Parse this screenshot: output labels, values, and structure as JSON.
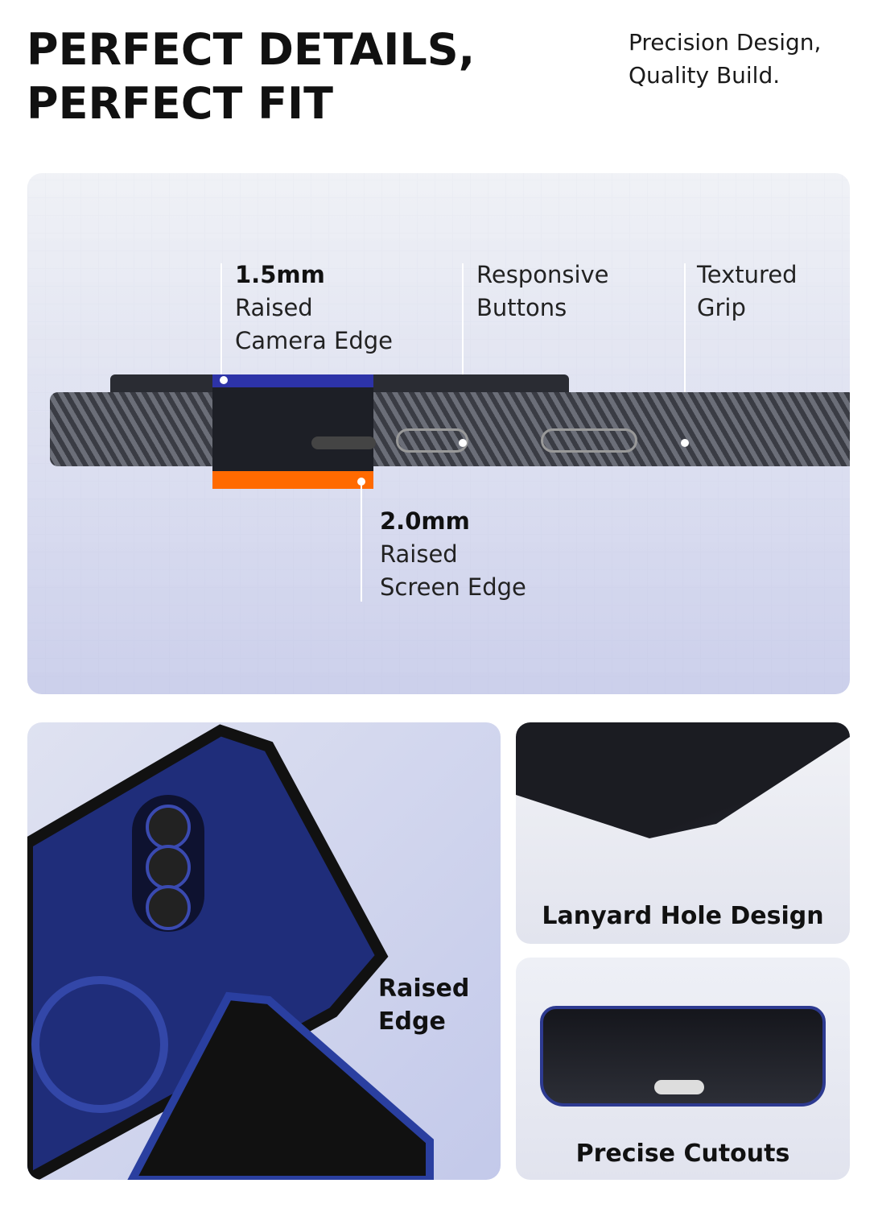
{
  "header": {
    "title_line1": "PERFECT DETAILS,",
    "title_line2": "PERFECT FIT",
    "subtitle_line1": "Precision Design,",
    "subtitle_line2": "Quality Build."
  },
  "callouts": {
    "camera": {
      "value": "1.5mm",
      "line1": "Raised",
      "line2": "Camera Edge"
    },
    "buttons": {
      "line1": "Responsive",
      "line2": "Buttons"
    },
    "grip": {
      "line1": "Textured",
      "line2": "Grip"
    },
    "screen": {
      "value": "2.0mm",
      "line1": "Raised",
      "line2": "Screen Edge"
    }
  },
  "features": {
    "raised_edge_line1": "Raised",
    "raised_edge_line2": "Edge",
    "lanyard": "Lanyard Hole Design",
    "cutouts": "Precise Cutouts"
  },
  "colors": {
    "camera_edge": "#2d33a8",
    "screen_edge": "#ff6a00",
    "case_blue": "#1f2d7a"
  }
}
